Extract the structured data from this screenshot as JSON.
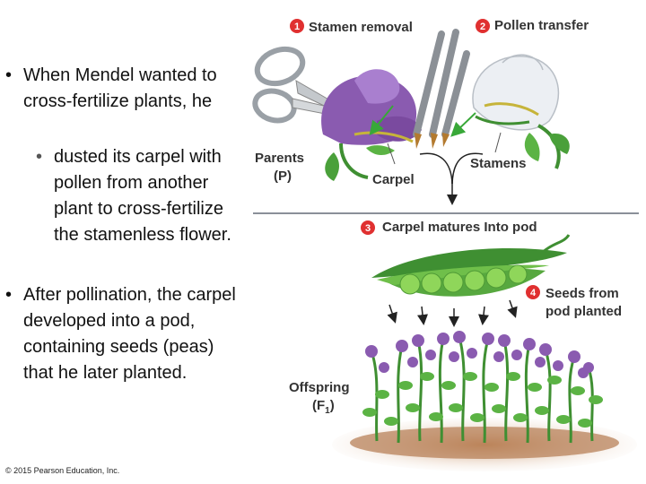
{
  "bullets": {
    "b1": "When Mendel wanted to cross-fertilize plants, he",
    "b1a": "dusted its carpel with pollen from another plant to cross-fertilize the stamenless flower.",
    "b2": "After pollination, the carpel developed into a pod, containing seeds (peas) that he later planted."
  },
  "bullet_marks": {
    "level1": "•",
    "level2": "•"
  },
  "copyright": "© 2015 Pearson Education, Inc.",
  "figure": {
    "steps": [
      {
        "num": "1",
        "label": "Stamen removal"
      },
      {
        "num": "2",
        "label": "Pollen transfer"
      },
      {
        "num": "3",
        "label": "Carpel matures Into pod"
      },
      {
        "num": "4",
        "label_line1": "Seeds from",
        "label_line2": "pod planted"
      }
    ],
    "parents_line1": "Parents",
    "parents_line2": "(P)",
    "carpel": "Carpel",
    "stamens": "Stamens",
    "offspring_line1": "Offspring",
    "offspring_line2_main": "(F",
    "offspring_sub": "1",
    "offspring_close": ")"
  },
  "colors": {
    "step_badge": "#e03030",
    "purple_petal": "#8a5bb0",
    "white_petal": "#eceff3",
    "pod_green": "#3f8f32",
    "pea_green": "#8fd65a",
    "soil": "#b8825a"
  }
}
